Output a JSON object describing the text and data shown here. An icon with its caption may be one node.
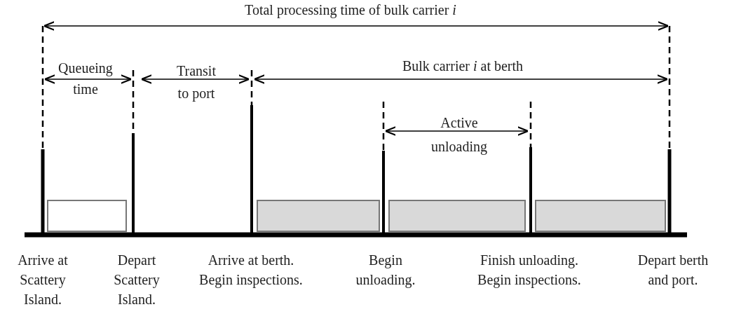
{
  "diagram": {
    "nodes": [
      {
        "text": [],
        "shape": "bar"
      },
      {
        "text": [],
        "shape": "bar"
      },
      {
        "text": [],
        "shape": "bar"
      },
      {
        "text": [],
        "shape": "bar"
      }
    ],
    "labels": [
      "Total processing time of bulk carrier *i*",
      "Queueing time",
      "Transit to port",
      "Bulk carrier *i* at berth",
      "Active unloading",
      "Arrive at Scattery Island.",
      "Depart Scattery Island.",
      "Arrive at berth. Begin inspections.",
      "Begin unloading.",
      "Finish unloading. Begin inspections.",
      "Depart berth and port."
    ]
  }
}
